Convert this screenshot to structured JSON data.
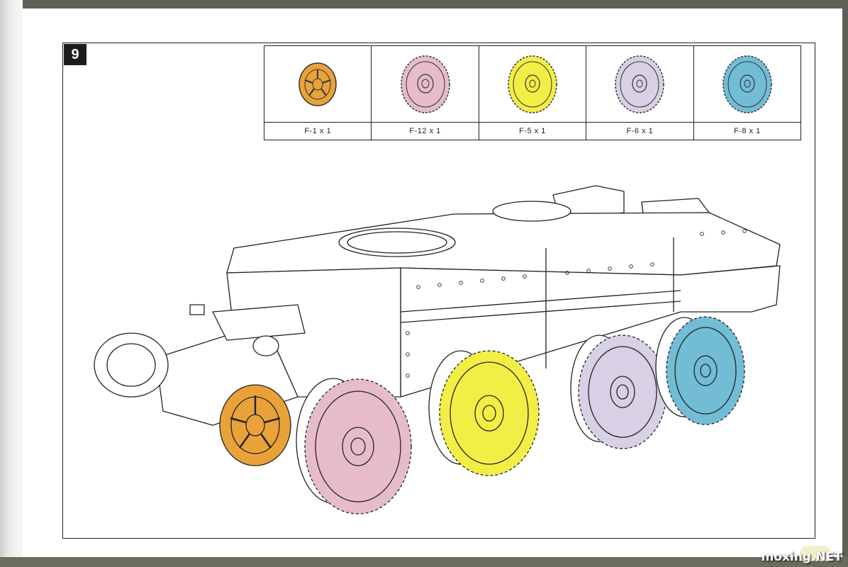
{
  "step": {
    "number": "9"
  },
  "parts": [
    {
      "label": "F-1 x 1",
      "color": "#e9a23a",
      "icon": "wheel-hub-icon"
    },
    {
      "label": "F-12 x 1",
      "color": "#e6bccc",
      "icon": "road-wheel-icon"
    },
    {
      "label": "F-5 x 1",
      "color": "#f3ee45",
      "icon": "road-wheel-icon"
    },
    {
      "label": "F-6 x 1",
      "color": "#d8d0e4",
      "icon": "road-wheel-icon"
    },
    {
      "label": "F-8 x 1",
      "color": "#72bcd6",
      "icon": "road-wheel-icon"
    }
  ],
  "watermark": "moxing.NET"
}
